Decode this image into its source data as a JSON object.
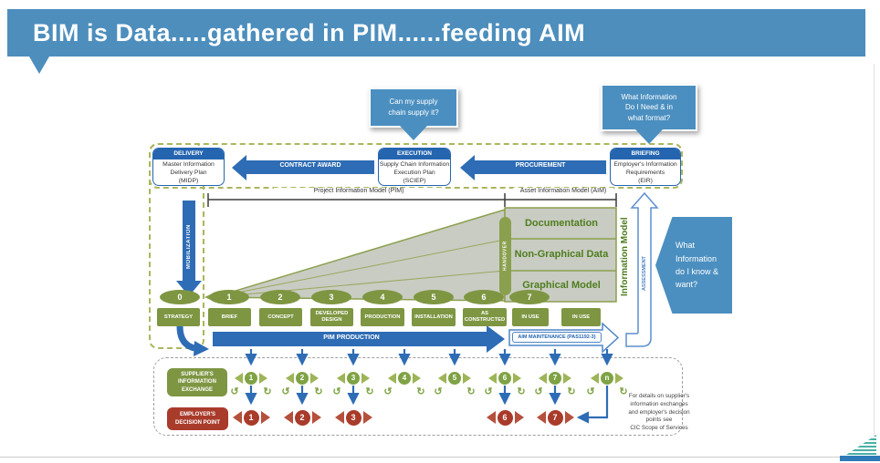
{
  "title": "BIM is Data.....gathered in PIM......feeding AIM",
  "callouts": {
    "supply_chain": "Can my supply\nchain supply it?",
    "need_format": "What Information\nDo I Need & in\nwhat format?",
    "know_want": "What\nInformation\ndo I know &\nwant?"
  },
  "top_flow": {
    "delivery": {
      "header": "DELIVERY",
      "body": "Master Information\nDelivery Plan\n(MIDP)"
    },
    "execution": {
      "header": "EXECUTION",
      "body": "Supply Chain Information\nExecution Plan\n(SCIEP)"
    },
    "briefing": {
      "header": "BRIEFING",
      "body": "Employer's Information\nRequirements\n(EIR)"
    },
    "contract_award_arrow": "CONTRACT AWARD",
    "procurement_arrow": "PROCUREMENT"
  },
  "model_spans": {
    "pim": "Project Information Model (PIM)",
    "aim": "Asset Information Model (AIM)"
  },
  "verticals": {
    "mobilization": "MOBILIZATION",
    "assessment": "ASSESSMENT",
    "handover": "HANDOVER",
    "information_model": "Information Model"
  },
  "model_bands": [
    "Documentation",
    "Non-Graphical Data",
    "Graphical Model"
  ],
  "stage_ovals": [
    "0",
    "1",
    "2",
    "3",
    "4",
    "5",
    "6",
    "7"
  ],
  "stage_boxes": [
    "STRATEGY",
    "BRIEF",
    "CONCEPT",
    "DEVELOPED\nDESIGN",
    "PRODUCTION",
    "INSTALLATION",
    "AS\nCONSTRUCTED",
    "IN USE",
    "IN USE"
  ],
  "production_arrows": {
    "pim": "PIM PRODUCTION",
    "aim": "AIM MAINTENANCE (PAS1192-3)"
  },
  "exchange_row": {
    "supplier_label": "SUPPLIER'S\nINFORMATION\nEXCHANGE",
    "employer_label": "EMPLOYER'S\nDECISION POINT",
    "exchange_nodes": [
      "1",
      "2",
      "3",
      "4",
      "5",
      "6",
      "7",
      "n"
    ],
    "decision_nodes": [
      "1",
      "2",
      "3",
      "6",
      "7"
    ],
    "note": "For details on supplier's\ninformation exchanges\nand employer's decision\npoints see\nCIC Scope of Services"
  },
  "icons": {
    "loop_cw": "↻",
    "loop_ccw": "↺"
  },
  "colors": {
    "title_bar": "#4d8ebd",
    "callout_blue": "#4b8fc0",
    "flow_blue": "#2565b0",
    "olive": "#7e9642",
    "olive_border": "#8aa04e",
    "dashed_olive": "#abb65c",
    "brick_red": "#a93b2b",
    "band_text": "#4e7d1e",
    "wedge_gray": "#c9ccc2",
    "teal_corner": "#49b0a4"
  }
}
